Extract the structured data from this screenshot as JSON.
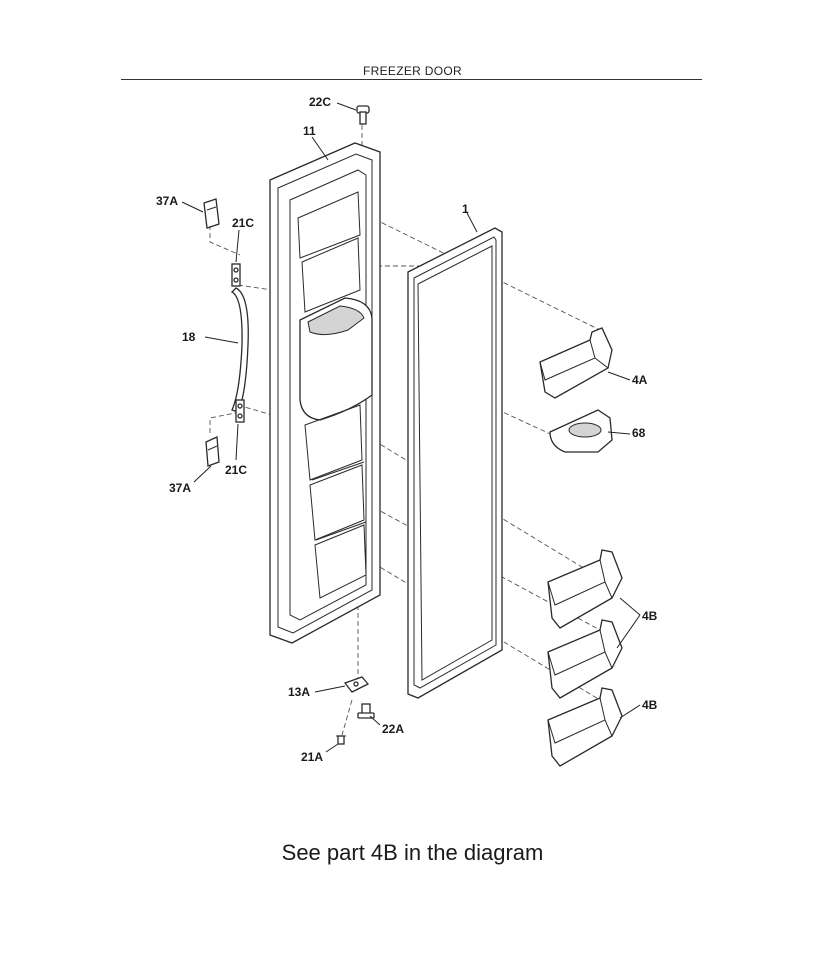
{
  "header": {
    "title": "FREEZER DOOR"
  },
  "callouts": {
    "c22C_top": "22C",
    "c11": "11",
    "c37A_top": "37A",
    "c21C_top": "21C",
    "c1": "1",
    "c18": "18",
    "c4A": "4A",
    "c68": "68",
    "c37A_bottom": "37A",
    "c21C_bottom": "21C",
    "c4B_mid": "4B",
    "c4B_low": "4B",
    "c13A": "13A",
    "c22A": "22A",
    "c21A": "21A"
  },
  "caption": "See part 4B in the diagram"
}
